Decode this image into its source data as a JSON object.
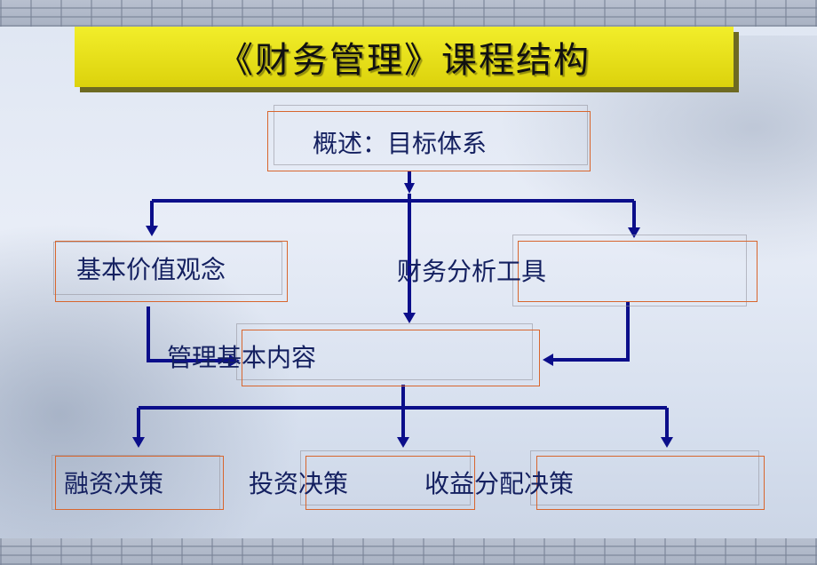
{
  "title": "《财务管理》课程结构",
  "nodes": {
    "overview": "概述：目标体系",
    "basic_values": "基本价值观念",
    "analysis_tools": "财务分析工具",
    "core_content": "管理基本内容",
    "financing": "融资决策",
    "investment": "投资决策",
    "distribution": "收益分配决策"
  },
  "colors": {
    "title_bg": "#e9e21a",
    "arrow": "#0b0e8a",
    "box_border": "#d8662e",
    "text": "#142060"
  }
}
